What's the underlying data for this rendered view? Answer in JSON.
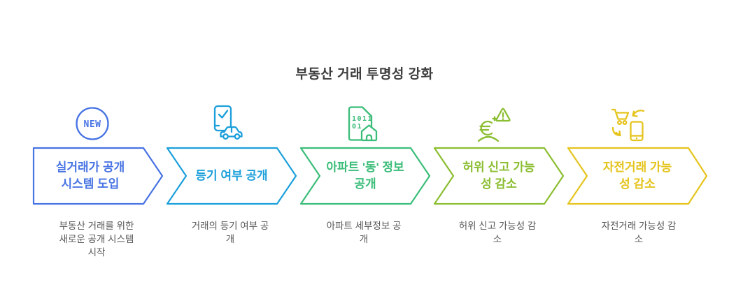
{
  "title": "부동산 거래 투명성 강화",
  "colors": {
    "background": "#ffffff",
    "title_text": "#3e3e3e",
    "description_text": "#585858"
  },
  "steps": [
    {
      "label": "실거래가 공개\n시스템 도입",
      "description": "부동산 거래를 위한\n새로운 공개 시스템\n시작",
      "icon": "new-badge-icon",
      "icon_text": "NEW",
      "color": "#4773e3"
    },
    {
      "label": "등기 여부 공개",
      "description": "거래의 등기 여부 공\n개",
      "icon": "phone-check-car-icon",
      "color": "#1b9fdb"
    },
    {
      "label": "아파트 '동' 정보\n공개",
      "description": "아파트 세부정보 공\n개",
      "icon": "document-house-icon",
      "icon_lines": [
        "1011",
        "01"
      ],
      "color": "#3bbd79"
    },
    {
      "label": "허위 신고 가능\n성 감소",
      "description": "허위 신고 가능성 감\n소",
      "icon": "euro-warning-icon",
      "color": "#8bbe31"
    },
    {
      "label": "자전거래 가능\n성 감소",
      "description": "자전거래 가능성 감\n소",
      "icon": "cart-phone-exchange-icon",
      "color": "#e5c41d"
    }
  ]
}
